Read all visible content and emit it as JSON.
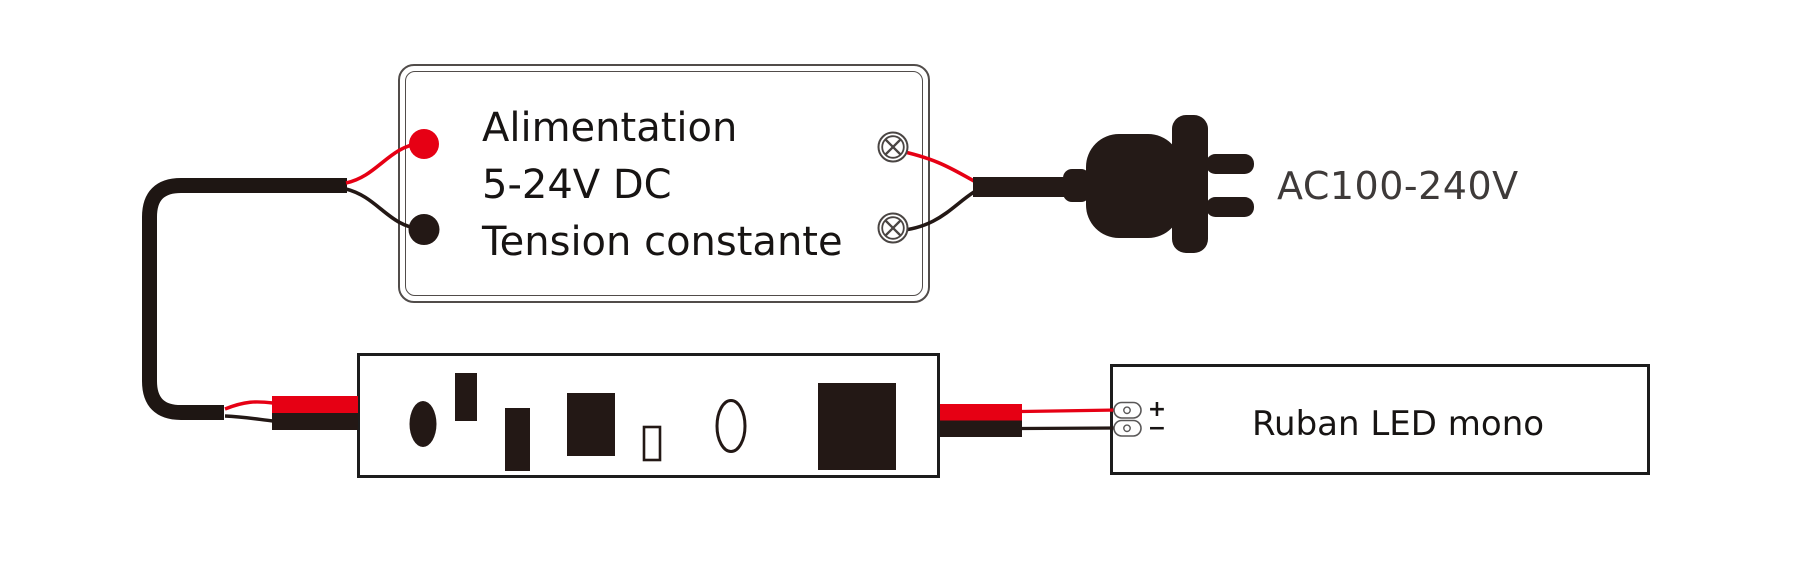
{
  "psu_box": {
    "line1": "Alimentation",
    "line2": "5-24V DC",
    "line3": "Tension constante"
  },
  "plug": {
    "voltage_label": "AC100-240V"
  },
  "led_strip": {
    "label": "Ruban LED mono",
    "plus_label": "+",
    "minus_label": "−"
  },
  "colors": {
    "wire_red": "#e60014",
    "wire_black": "#231815",
    "plug_black": "#241a17",
    "outline_dark": "#4a4543"
  }
}
